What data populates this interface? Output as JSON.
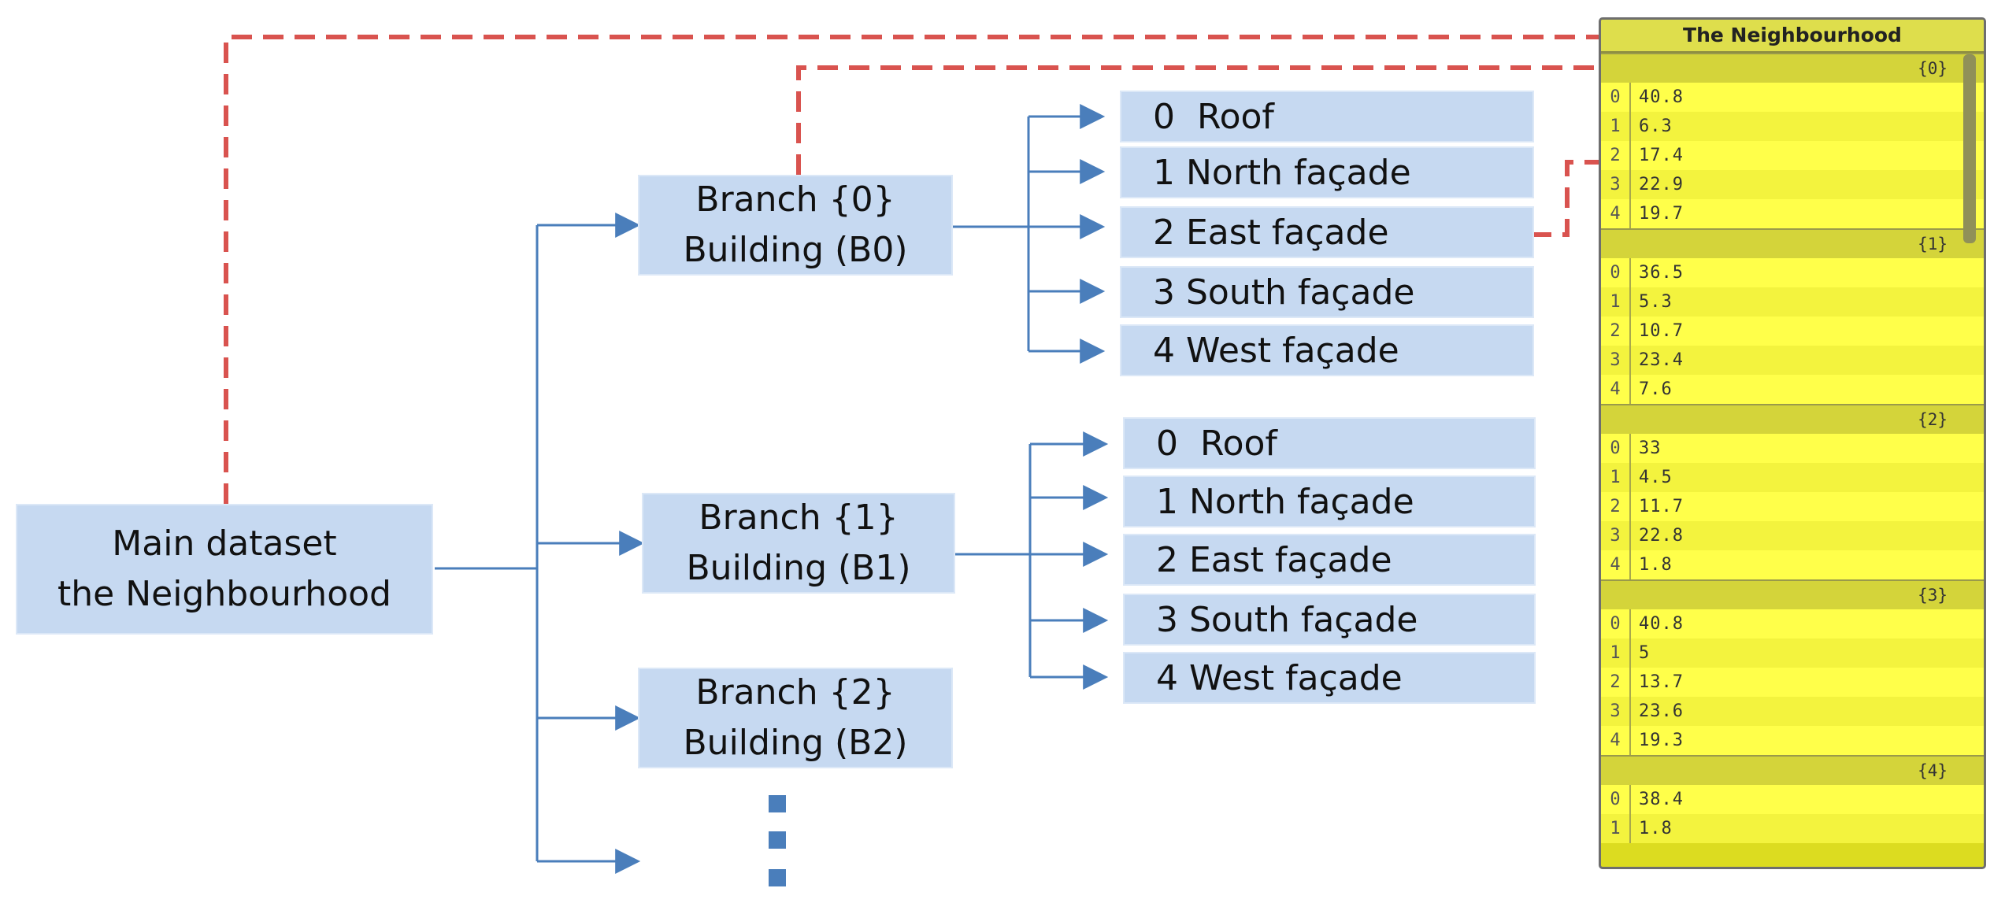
{
  "main": {
    "line1": "Main dataset",
    "line2": "the Neighbourhood"
  },
  "branches": [
    {
      "path": "Branch {0}",
      "name": "Building (B0)"
    },
    {
      "path": "Branch {1}",
      "name": "Building (B1)"
    },
    {
      "path": "Branch {2}",
      "name": "Building (B2)"
    }
  ],
  "surfaces_b0": [
    "0  Roof",
    "1 North façade",
    "2 East façade",
    "3 South façade",
    "4 West façade"
  ],
  "surfaces_b1": [
    "0  Roof",
    "1 North façade",
    "2 East façade",
    "3 South façade",
    "4 West façade"
  ],
  "panel": {
    "title": "The Neighbourhood",
    "branches": [
      {
        "label": "{0}",
        "rows": [
          [
            "0",
            "40.8"
          ],
          [
            "1",
            "6.3"
          ],
          [
            "2",
            "17.4"
          ],
          [
            "3",
            "22.9"
          ],
          [
            "4",
            "19.7"
          ]
        ]
      },
      {
        "label": "{1}",
        "rows": [
          [
            "0",
            "36.5"
          ],
          [
            "1",
            "5.3"
          ],
          [
            "2",
            "10.7"
          ],
          [
            "3",
            "23.4"
          ],
          [
            "4",
            "7.6"
          ]
        ]
      },
      {
        "label": "{2}",
        "rows": [
          [
            "0",
            "33"
          ],
          [
            "1",
            "4.5"
          ],
          [
            "2",
            "11.7"
          ],
          [
            "3",
            "22.8"
          ],
          [
            "4",
            "1.8"
          ]
        ]
      },
      {
        "label": "{3}",
        "rows": [
          [
            "0",
            "40.8"
          ],
          [
            "1",
            "5"
          ],
          [
            "2",
            "13.7"
          ],
          [
            "3",
            "23.6"
          ],
          [
            "4",
            "19.3"
          ]
        ]
      },
      {
        "label": "{4}",
        "rows": [
          [
            "0",
            "38.4"
          ],
          [
            "1",
            "1.8"
          ]
        ]
      }
    ]
  },
  "colors": {
    "box_fill": "#c6d9f1",
    "connector": "#4a7ebb",
    "link_dashed": "#d9534f",
    "panel_bg": "#ffff4a"
  }
}
